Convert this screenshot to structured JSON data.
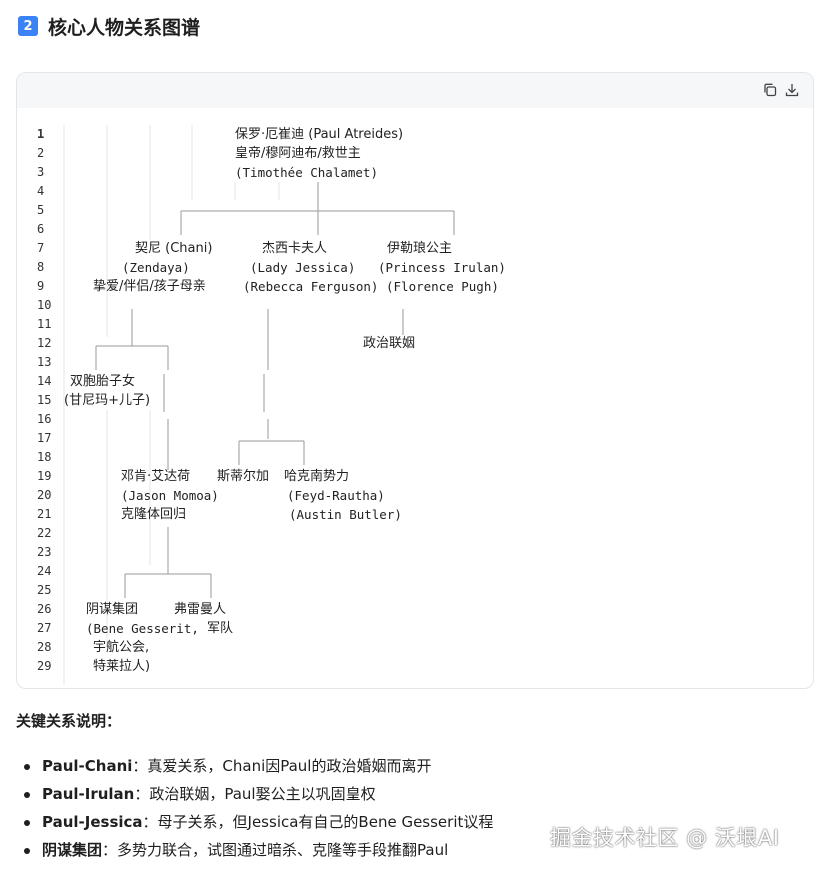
{
  "section": {
    "badge": "2",
    "title": "核心人物关系图谱"
  },
  "toolbar": {
    "copy_icon": "copy-icon",
    "download_icon": "download-icon"
  },
  "code_block": {
    "line_numbers": [
      "1",
      "2",
      "3",
      "4",
      "5",
      "6",
      "7",
      "8",
      "9",
      "10",
      "11",
      "12",
      "13",
      "14",
      "15",
      "16",
      "17",
      "18",
      "19",
      "20",
      "21",
      "22",
      "23",
      "24",
      "25",
      "26",
      "27",
      "28",
      "29"
    ],
    "nodes": {
      "paul": {
        "name": "保罗·厄崔迪 (Paul Atreides)",
        "title": "皇帝/穆阿迪布/救世主",
        "actor": "(Timothée Chalamet)"
      },
      "chani": {
        "name": "契尼 (Chani)",
        "actor": "(Zendaya)",
        "role": "挚爱/伴侣/孩子母亲"
      },
      "jessica": {
        "name": "杰西卡夫人",
        "alias": "(Lady Jessica)",
        "actor": "(Rebecca Ferguson)"
      },
      "irulan": {
        "name": "伊勒琅公主",
        "alias": "(Princess Irulan)",
        "actor": "(Florence Pugh)",
        "role": "政治联姻"
      },
      "twins": {
        "name": "双胞胎子女",
        "detail": "(甘尼玛+儿子)"
      },
      "duncan": {
        "name": "邓肯·艾达荷",
        "actor": "(Jason Momoa)",
        "role": "克隆体回归"
      },
      "stilgar": {
        "name": "斯蒂尔加"
      },
      "harkonnen": {
        "name": "哈克南势力",
        "alias": "(Feyd-Rautha)",
        "actor": "(Austin Butler)"
      },
      "conspiracy": {
        "name": "阴谋集团",
        "member1": "(Bene Gesserit,",
        "member2": "宇航公会,",
        "member3": "特莱拉人)"
      },
      "fremen": {
        "name": "弗雷曼人",
        "role": "军队"
      }
    }
  },
  "relations": {
    "title": "关键关系说明：",
    "items": [
      {
        "key": "Paul-Chani",
        "text": "：真爱关系，Chani因Paul的政治婚姻而离开"
      },
      {
        "key": "Paul-Irulan",
        "text": "：政治联姻，Paul娶公主以巩固皇权"
      },
      {
        "key": "Paul-Jessica",
        "text": "：母子关系，但Jessica有自己的Bene Gesserit议程"
      },
      {
        "key": "阴谋集团",
        "text": "：多势力联合，试图通过暗杀、克隆等手段推翻Paul"
      }
    ]
  },
  "watermark": "掘金技术社区 @ 沃垠AI"
}
